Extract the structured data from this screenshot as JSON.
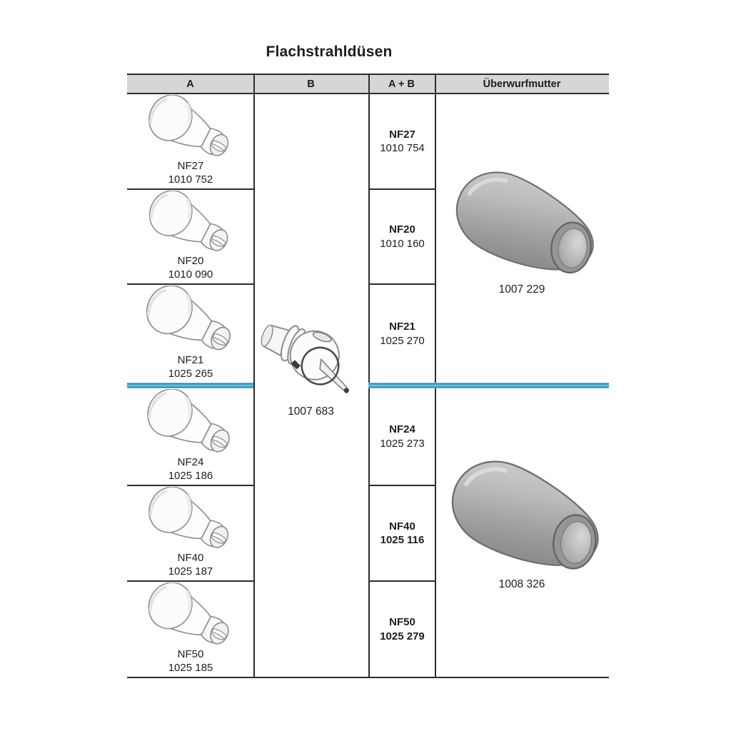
{
  "title": "Flachstrahldüsen",
  "table": {
    "headers": [
      "A",
      "B",
      "A + B",
      "Überwurfmutter"
    ],
    "column_a_rows": [
      {
        "name": "NF27",
        "number": "1010 752"
      },
      {
        "name": "NF20",
        "number": "1010 090"
      },
      {
        "name": "NF21",
        "number": "1025 265"
      },
      {
        "name": "NF24",
        "number": "1025 186"
      },
      {
        "name": "NF40",
        "number": "1025 187"
      },
      {
        "name": "NF50",
        "number": "1025 185"
      }
    ],
    "column_b": {
      "number": "1007 683",
      "illustration": "nozzle-body-icon"
    },
    "column_ab_rows": [
      {
        "name": "NF27",
        "number": "1010 754",
        "emphasis": false
      },
      {
        "name": "NF20",
        "number": "1010 160",
        "emphasis": false
      },
      {
        "name": "NF21",
        "number": "1025 270",
        "emphasis": false
      },
      {
        "name": "NF24",
        "number": "1025 273",
        "emphasis": false
      },
      {
        "name": "NF40",
        "number": "1025 116",
        "emphasis": true
      },
      {
        "name": "NF50",
        "number": "1025 279",
        "emphasis": true
      }
    ],
    "union_nut_cells": [
      {
        "number": "1007 229",
        "illustration": "union-nut-icon"
      },
      {
        "number": "1008 326",
        "illustration": "union-nut-icon"
      }
    ]
  },
  "colors": {
    "header_bg": "#d6d6d6",
    "table_line": "#2c2c2c",
    "separator_blue": "#5ec4e3",
    "nut_gray": "#b5b5b5"
  }
}
